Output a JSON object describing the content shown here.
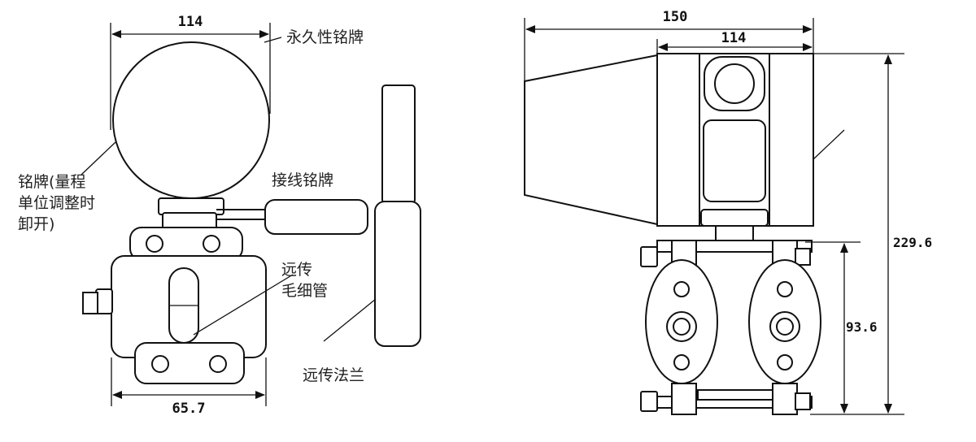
{
  "left_view": {
    "dim_top": "114",
    "dim_bottom": "65.7",
    "label_permanent_nameplate": "永久性铭牌",
    "label_nameplate_line1": "铭牌(量程",
    "label_nameplate_line2": "单位调整时",
    "label_nameplate_line3": "卸开)",
    "label_wiring_nameplate": "接线铭牌",
    "label_capillary_line1": "远传",
    "label_capillary_line2": "毛细管",
    "label_remote_flange": "远传法兰"
  },
  "right_view": {
    "dim_overall_width": "150",
    "dim_housing_width": "114",
    "dim_total_height": "229.6",
    "dim_flange_height": "93.6"
  }
}
